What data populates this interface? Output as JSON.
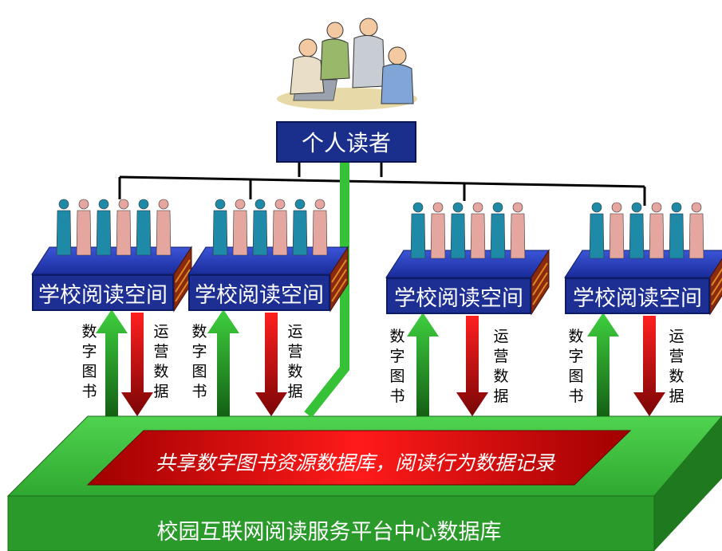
{
  "reader": {
    "label": "个人读者"
  },
  "schools": [
    {
      "label": "学校阅读空间",
      "up_label": "数字图书",
      "down_label": "运营数据"
    },
    {
      "label": "学校阅读空间",
      "up_label": "数字图书",
      "down_label": "运营数据"
    },
    {
      "label": "学校阅读空间",
      "up_label": "数字图书",
      "down_label": "运营数据"
    },
    {
      "label": "学校阅读空间",
      "up_label": "数字图书",
      "down_label": "运营数据"
    }
  ],
  "shared_db": {
    "label": "共享数字图书资源数据库，阅读行为数据记录"
  },
  "platform": {
    "label": "校园互联网阅读服务平台中心数据库"
  },
  "colors": {
    "box_blue": "#1d2f93",
    "platform_green": "#3cb83c",
    "arrow_green": "#2fb52f",
    "arrow_red": "#c01010",
    "people_teal": "#1e8aa8",
    "people_pink": "#e6a6a0"
  }
}
